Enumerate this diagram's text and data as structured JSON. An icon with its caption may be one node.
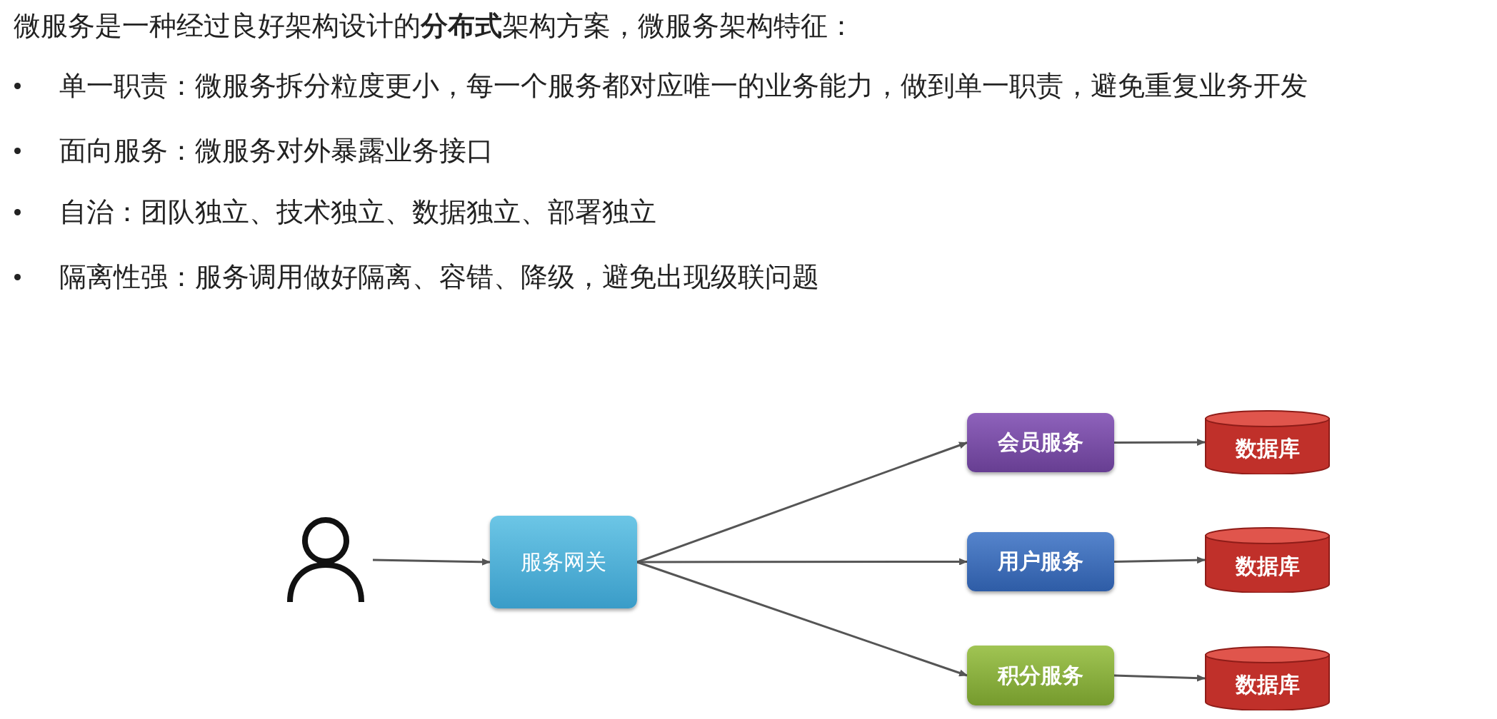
{
  "diagram": {
    "title": "微服务是一种经过良好架构设计的**分布式**架构方案，微服务架构特征：",
    "nodes": [
      {
        "text": [],
        "shape": "person"
      },
      {
        "text": [
          "服务网关"
        ]
      },
      {
        "text": [
          "会员服务"
        ]
      },
      {
        "text": [
          "用户服务"
        ]
      },
      {
        "text": [
          "积分服务"
        ]
      },
      {
        "text": [
          "数据库"
        ]
      },
      {
        "text": [
          "数据库"
        ]
      },
      {
        "text": [
          "数据库"
        ]
      }
    ],
    "edges": [
      {
        "from": 0,
        "to": 1,
        "arrow": "to"
      },
      {
        "from": 1,
        "to": 2,
        "arrow": "to"
      },
      {
        "from": 1,
        "to": 3,
        "arrow": "to"
      },
      {
        "from": 1,
        "to": 4,
        "arrow": "to"
      },
      {
        "from": 2,
        "to": 5,
        "arrow": "to"
      },
      {
        "from": 3,
        "to": 6,
        "arrow": "to"
      },
      {
        "from": 4,
        "to": 7,
        "arrow": "to"
      }
    ],
    "labels": [
      "单一职责：微服务拆分粒度更小，每一个服务都对应唯一的业务能力，做到单一职责，避免重复业务开发",
      "面向服务：微服务对外暴露业务接口",
      "自治：团队独立、技术独立、数据独立、部署独立",
      "隔离性强：服务调用做好隔离、容错、降级，避免出现级联问题"
    ]
  }
}
